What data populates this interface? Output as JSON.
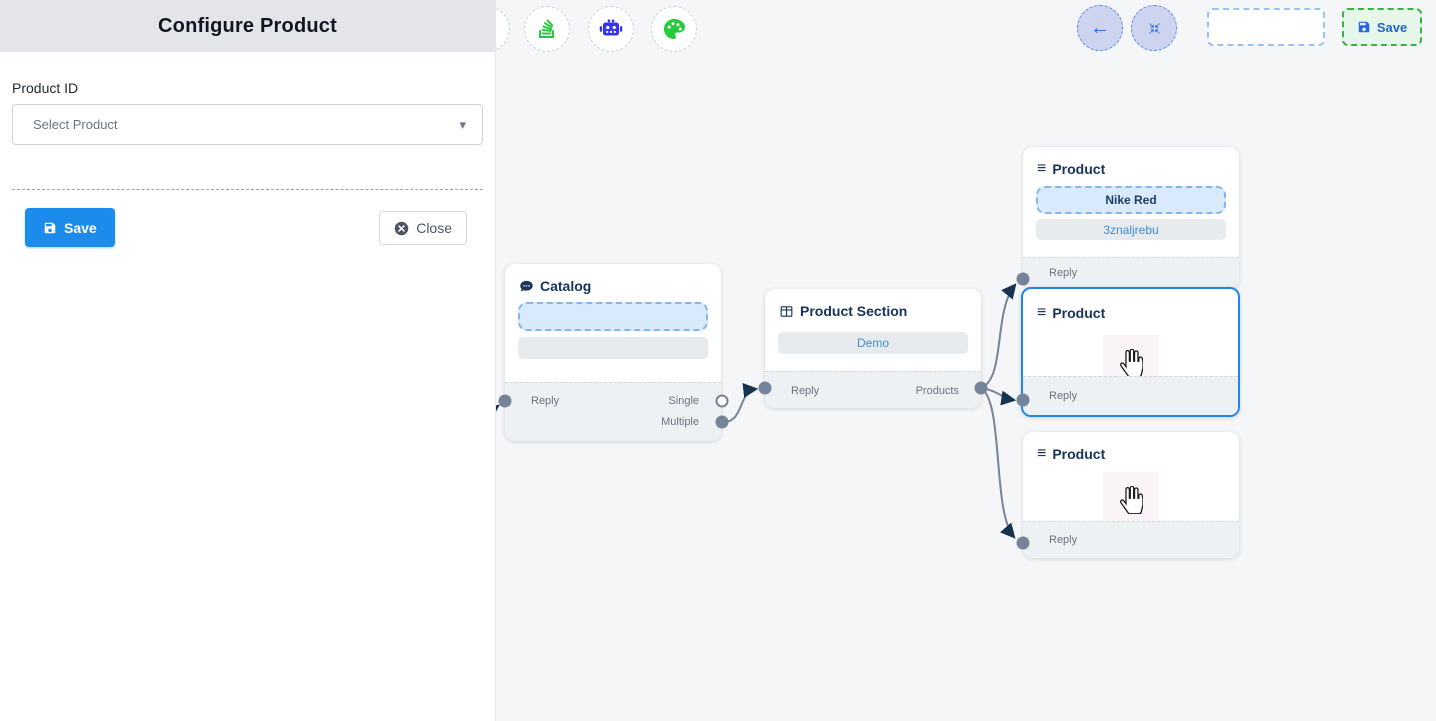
{
  "panel": {
    "title": "Configure Product",
    "product_id_label": "Product ID",
    "select_product_placeholder": "Select Product",
    "save_label": "Save",
    "close_label": "Close"
  },
  "top_bar": {
    "save_label": "Save"
  },
  "nodes": {
    "catalog": {
      "title": "Catalog",
      "reply": "Reply",
      "single": "Single",
      "multiple": "Multiple"
    },
    "product_section": {
      "title": "Product Section",
      "demo": "Demo",
      "reply": "Reply",
      "products": "Products"
    },
    "product_1": {
      "title": "Product",
      "option_selected": "Nike Red",
      "option_id": "3znaljrebu",
      "reply": "Reply"
    },
    "product_2": {
      "title": "Product",
      "reply": "Reply"
    },
    "product_3": {
      "title": "Product",
      "reply": "Reply"
    }
  },
  "icons": {
    "chevron_down": "▾",
    "back_arrow": "←",
    "menu": "≡"
  },
  "colors": {
    "primary_blue": "#1b8ceb",
    "selected_node_border": "#2186eb",
    "edge": "#76849a",
    "arrow_head": "#17344f",
    "save_green_border": "#3cb043",
    "icon_green": "#27c93f",
    "icon_robot_blue": "#3634f0",
    "icon_action_blue": "#2563eb"
  }
}
